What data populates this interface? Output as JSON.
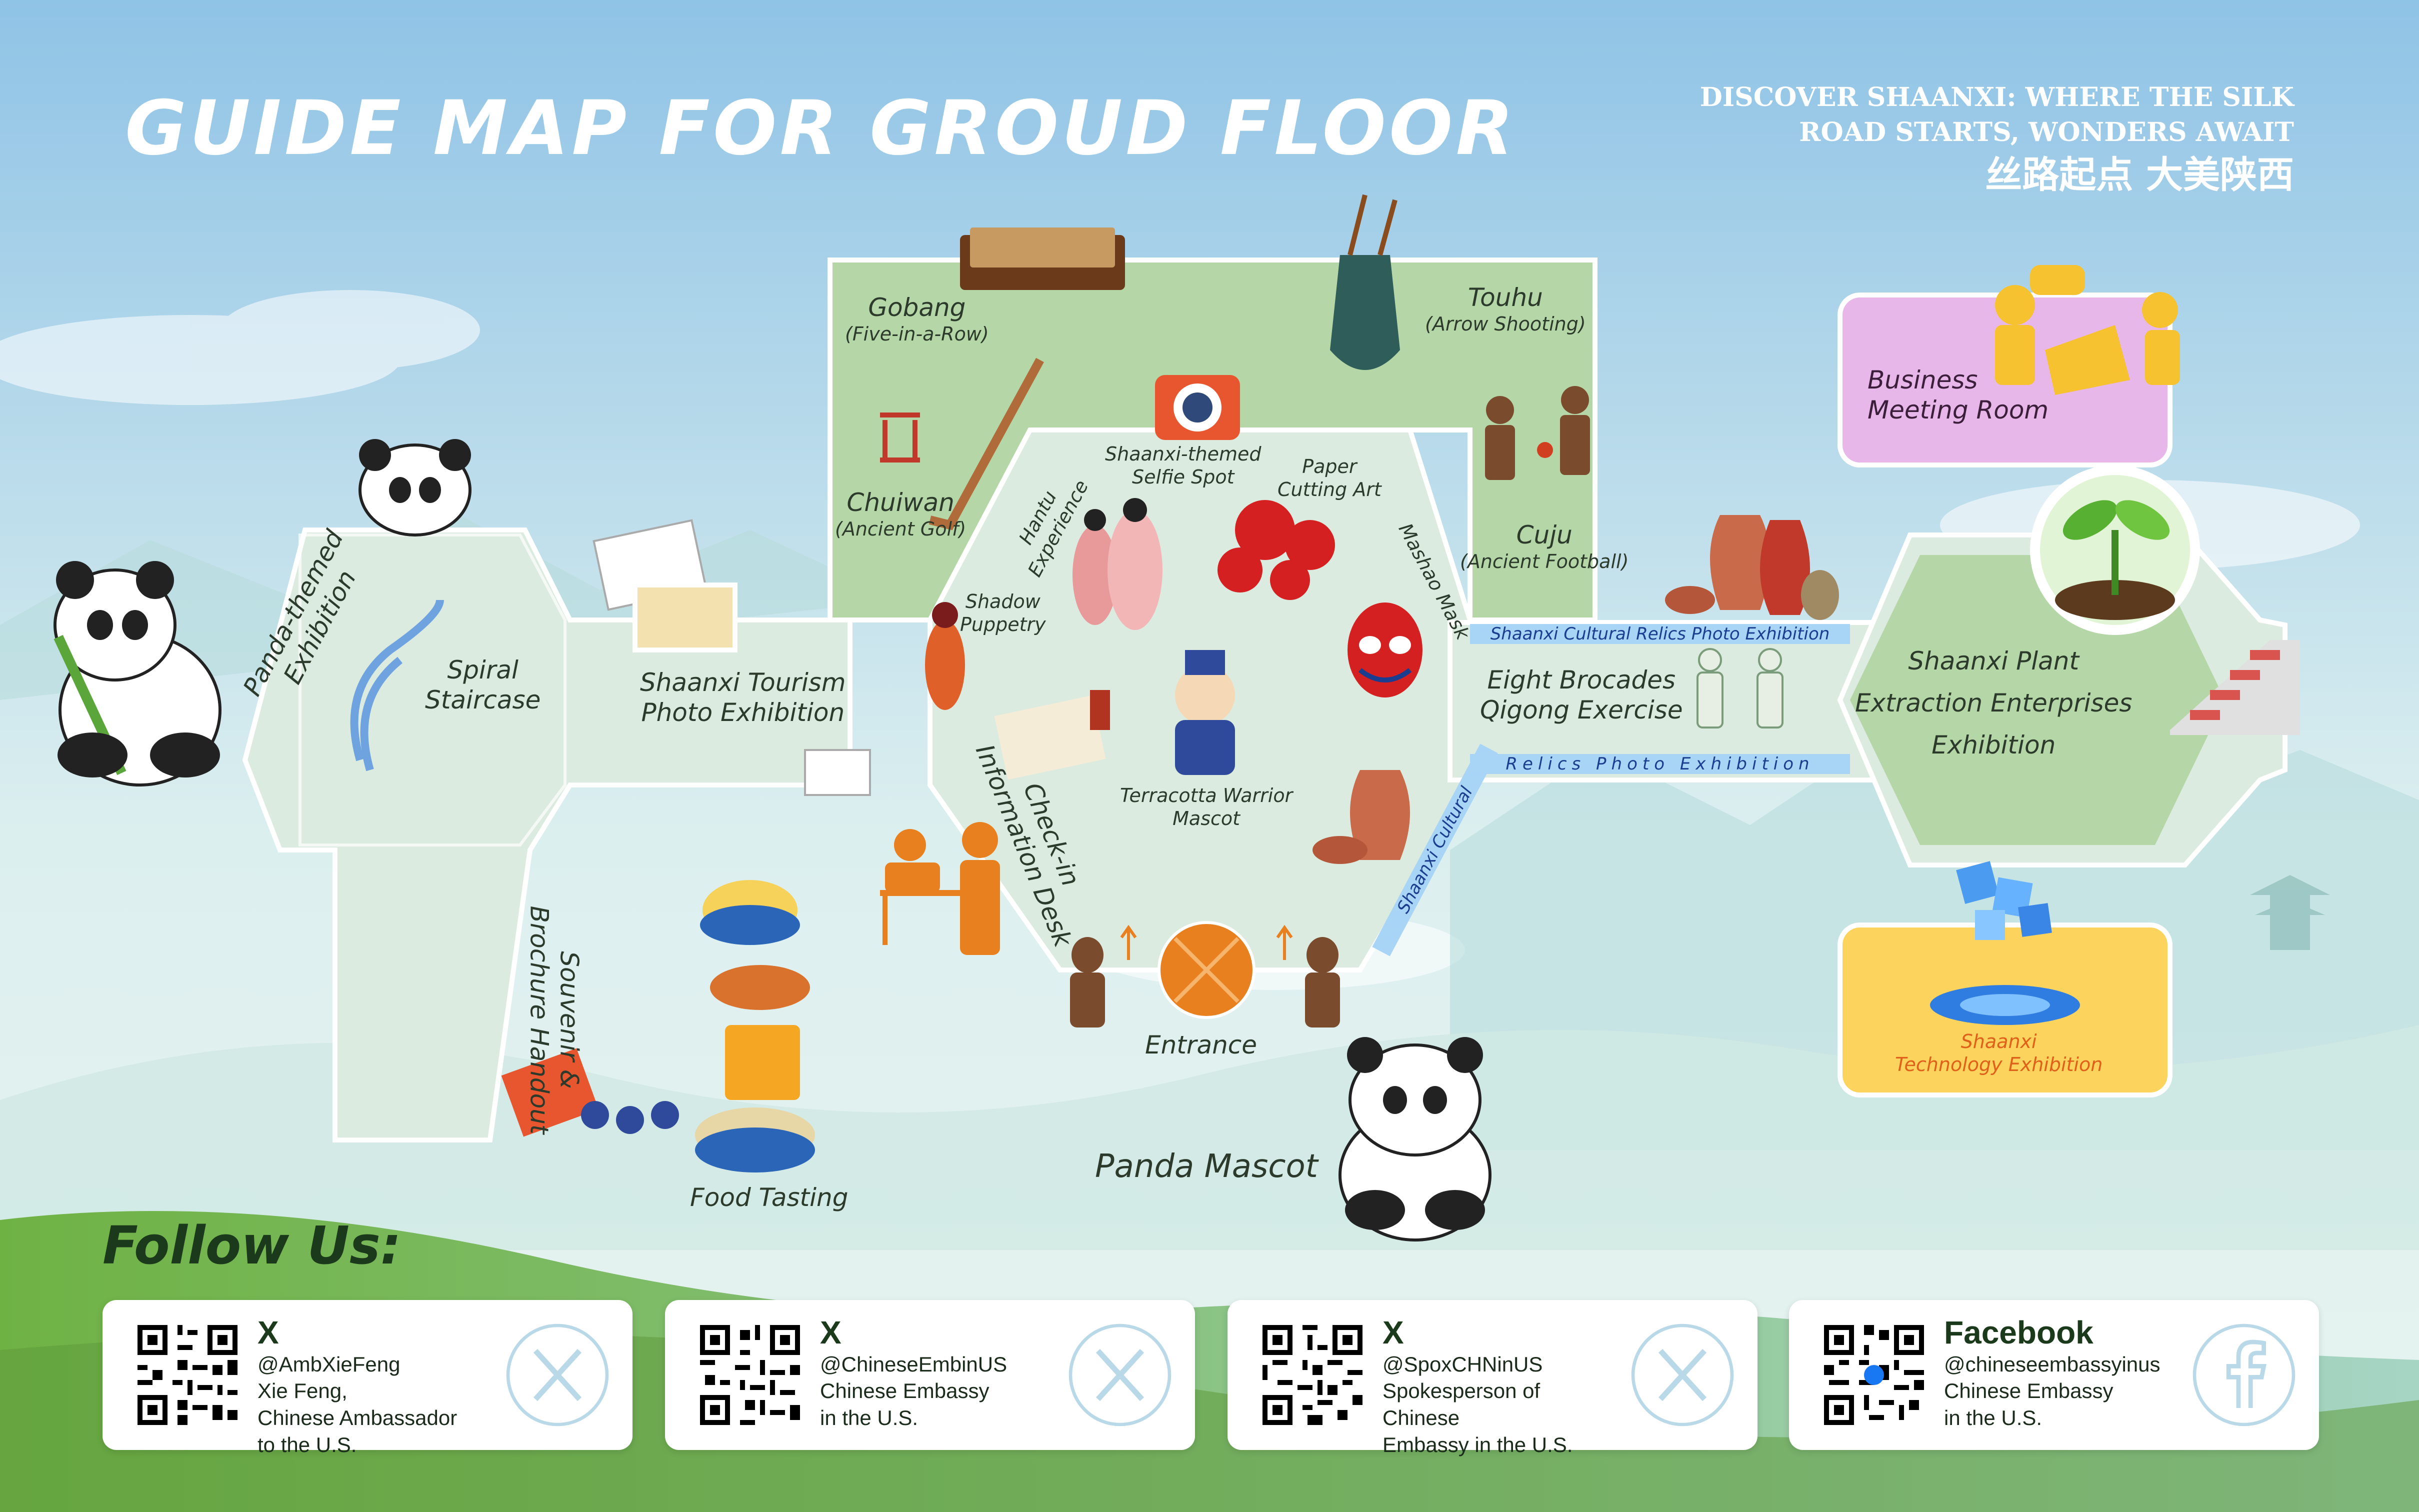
{
  "header": {
    "title": "GUIDE MAP FOR GROUD FLOOR",
    "slogan_line1": "DISCOVER SHAANXI: WHERE THE SILK",
    "slogan_line2": "ROAD STARTS, WONDERS AWAIT",
    "slogan_zh": "丝路起点 大美陕西"
  },
  "areas": {
    "gobang": {
      "name": "Gobang",
      "sub": "(Five-in-a-Row)"
    },
    "touhu": {
      "name": "Touhu",
      "sub": "(Arrow Shooting)"
    },
    "chuiwan": {
      "name": "Chuiwan",
      "sub": "(Ancient Golf)"
    },
    "cuju": {
      "name": "Cuju",
      "sub": "(Ancient Football)"
    },
    "selfie": {
      "line1": "Shaanxi-themed",
      "line2": "Selfie Spot"
    },
    "paper_cutting": {
      "line1": "Paper",
      "line2": "Cutting Art"
    },
    "hantu": {
      "line1": "Hantu",
      "line2": "Experience"
    },
    "shadow_puppetry": {
      "line1": "Shadow",
      "line2": "Puppetry"
    },
    "mashao": {
      "name": "Mashao Mask"
    },
    "panda_exhibition": {
      "line1": "Panda-themed",
      "line2": "Exhibition"
    },
    "spiral_staircase": {
      "line1": "Spiral",
      "line2": "Staircase"
    },
    "tourism_photo": {
      "line1": "Shaanxi Tourism",
      "line2": "Photo Exhibition"
    },
    "checkin_desk": {
      "line1": "Check-in",
      "line2": "Information Desk"
    },
    "terracotta_mascot": {
      "line1": "Terracotta Warrior",
      "line2": "Mascot"
    },
    "souvenir": {
      "line1": "Souvenir &",
      "line2": "Brochure Handout"
    },
    "entrance": {
      "name": "Entrance"
    },
    "food_tasting": {
      "name": "Food Tasting"
    },
    "panda_mascot": {
      "name": "Panda Mascot"
    },
    "eight_brocades": {
      "line1": "Eight Brocades",
      "line2": "Qigong Exercise"
    },
    "relics_photo_top": {
      "name": "Shaanxi Cultural Relics Photo Exhibition"
    },
    "relics_photo_bottom_a": {
      "name": "Shaanxi Cultural"
    },
    "relics_photo_bottom_b": {
      "name": "Relics Photo Exhibition"
    },
    "plant_extraction": {
      "line1": "Shaanxi Plant",
      "line2": "Extraction Enterprises",
      "line3": "Exhibition"
    },
    "business_meeting": {
      "line1": "Business",
      "line2": "Meeting Room"
    },
    "technology": {
      "line1": "Shaanxi",
      "line2": "Technology Exhibition"
    }
  },
  "follow": {
    "heading": "Follow Us:",
    "cards": [
      {
        "platform": "X",
        "handle": "@AmbXieFeng",
        "desc": "Xie Feng,\nChinese Ambassador\nto the U.S.",
        "icon": "x-logo-icon"
      },
      {
        "platform": "X",
        "handle": "@ChineseEmbinUS",
        "desc": "Chinese Embassy\nin the U.S.",
        "icon": "x-logo-icon"
      },
      {
        "platform": "X",
        "handle": "@SpoxCHNinUS",
        "desc": "Spokesperson of Chinese\nEmbassy in the U.S.",
        "icon": "x-logo-icon"
      },
      {
        "platform": "Facebook",
        "handle": "@chineseembassyinus",
        "desc": "Chinese Embassy\nin the U.S.",
        "icon": "facebook-logo-icon"
      }
    ]
  },
  "colors": {
    "sky_top": "#8fc3e6",
    "sky_bottom": "#dcefef",
    "floor_pale": "#dcebe0",
    "floor_green": "#b5d6a6",
    "hex_border": "#ffffff",
    "business_bg": "#e6b7e8",
    "tech_bg": "#fcd35c",
    "strip_blue": "#a8d4f5",
    "strip_text": "#1a3d8f",
    "entrance_orange": "#e8801f",
    "hill_green": "#6fb244"
  }
}
